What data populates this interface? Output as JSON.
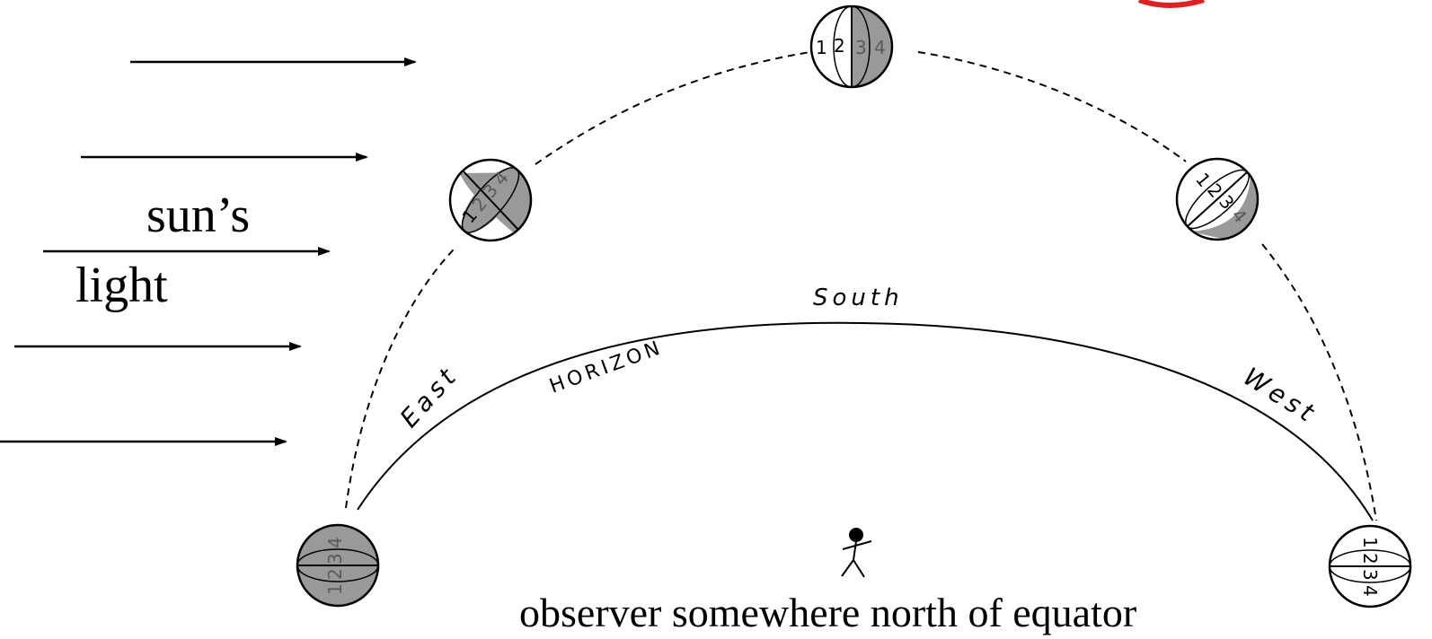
{
  "sunlight": {
    "label_line1": "sun’s",
    "label_line2": "light"
  },
  "horizon": {
    "label": "HORIZON",
    "south": "South",
    "east": "East",
    "west": "West"
  },
  "observer": {
    "caption": "observer somewhere north of equator"
  },
  "moons": [
    {
      "id": "moonrise-east",
      "numbers": [
        "1",
        "2",
        "3",
        "4"
      ]
    },
    {
      "id": "mid-morning",
      "numbers": [
        "1",
        "2",
        "3",
        "4"
      ]
    },
    {
      "id": "meridian",
      "numbers": [
        "1",
        "2",
        "3",
        "4"
      ]
    },
    {
      "id": "afternoon",
      "numbers": [
        "1",
        "2",
        "3",
        "4"
      ]
    },
    {
      "id": "moonset-west",
      "numbers": [
        "1",
        "2",
        "3",
        "4"
      ]
    }
  ],
  "colors": {
    "shadow": "#999999",
    "line": "#000000",
    "accent": "#e02020"
  }
}
